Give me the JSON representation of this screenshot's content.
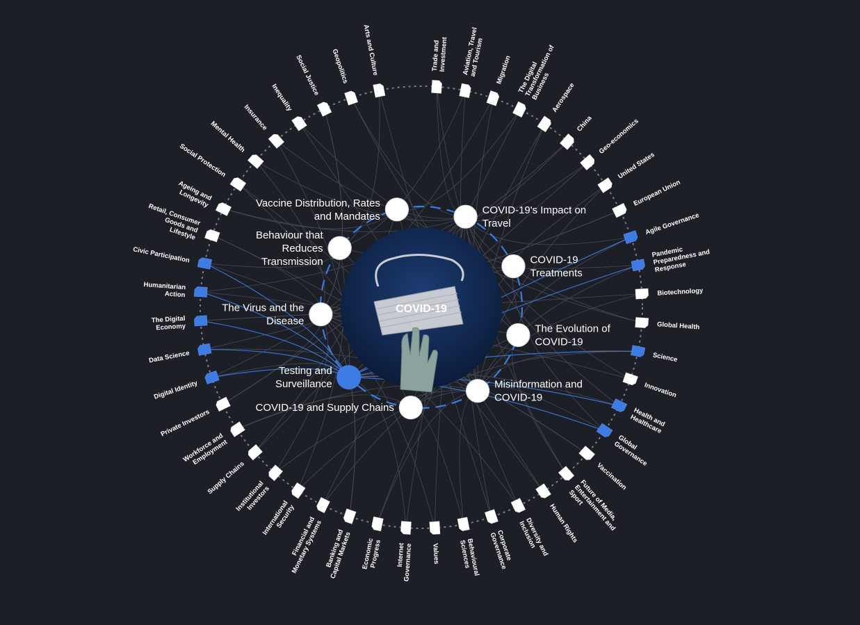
{
  "colors": {
    "background": "#1c1f25",
    "accent": "#3d7be5",
    "node_white": "#ffffff",
    "connector": "#6b6f78",
    "link": "#4a4e58",
    "center_fill": "#0f2448"
  },
  "center": {
    "label": "COVID-19",
    "image": "face-mask-and-glove"
  },
  "inner_topics": [
    {
      "label": "COVID-19's Impact on Travel",
      "lines": [
        "COVID-19's Impact on",
        "Travel"
      ],
      "active": false
    },
    {
      "label": "COVID-19 Treatments",
      "lines": [
        "COVID-19",
        "Treatments"
      ],
      "active": false
    },
    {
      "label": "The Evolution of COVID-19",
      "lines": [
        "The Evolution of",
        "COVID-19"
      ],
      "active": false
    },
    {
      "label": "Misinformation and COVID-19",
      "lines": [
        "Misinformation and",
        "COVID-19"
      ],
      "active": false
    },
    {
      "label": "COVID-19 and Supply Chains",
      "lines": [
        "COVID-19 and Supply Chains"
      ],
      "active": false
    },
    {
      "label": "Testing and Surveillance",
      "lines": [
        "Testing and",
        "Surveillance"
      ],
      "active": true
    },
    {
      "label": "The Virus and the Disease",
      "lines": [
        "The Virus and the",
        "Disease"
      ],
      "active": false
    },
    {
      "label": "Behaviour that Reduces Transmission",
      "lines": [
        "Behaviour that",
        "Reduces",
        "Transmission"
      ],
      "active": false
    },
    {
      "label": "Vaccine Distribution, Rates and Mandates",
      "lines": [
        "Vaccine Distribution, Rates",
        "and Mandates"
      ],
      "active": false
    }
  ],
  "outer_topics": [
    {
      "label": "Trade and Investment",
      "lines": [
        "Trade and",
        "Investment"
      ],
      "active": false
    },
    {
      "label": "Aviation, Travel and Tourism",
      "lines": [
        "Aviation, Travel",
        "and Tourism"
      ],
      "active": false
    },
    {
      "label": "Migration",
      "lines": [
        "Migration"
      ],
      "active": false
    },
    {
      "label": "The Digital Transformation of Business",
      "lines": [
        "The Digital",
        "Transformation of",
        "Business"
      ],
      "active": false
    },
    {
      "label": "Aerospace",
      "lines": [
        "Aerospace"
      ],
      "active": false
    },
    {
      "label": "China",
      "lines": [
        "China"
      ],
      "active": false
    },
    {
      "label": "Geo-economics",
      "lines": [
        "Geo-economics"
      ],
      "active": false
    },
    {
      "label": "United States",
      "lines": [
        "United States"
      ],
      "active": false
    },
    {
      "label": "European Union",
      "lines": [
        "European Union"
      ],
      "active": false
    },
    {
      "label": "Agile Governance",
      "lines": [
        "Agile Governance"
      ],
      "active": true
    },
    {
      "label": "Pandemic Preparedness and Response",
      "lines": [
        "Pandemic",
        "Preparedness and",
        "Response"
      ],
      "active": true
    },
    {
      "label": "Biotechnology",
      "lines": [
        "Biotechnology"
      ],
      "active": false
    },
    {
      "label": "Global Health",
      "lines": [
        "Global Health"
      ],
      "active": false
    },
    {
      "label": "Science",
      "lines": [
        "Science"
      ],
      "active": true
    },
    {
      "label": "Innovation",
      "lines": [
        "Innovation"
      ],
      "active": false
    },
    {
      "label": "Health and Healthcare",
      "lines": [
        "Health and",
        "Healthcare"
      ],
      "active": true
    },
    {
      "label": "Global Governance",
      "lines": [
        "Global",
        "Governance"
      ],
      "active": true
    },
    {
      "label": "Vaccination",
      "lines": [
        "Vaccination"
      ],
      "active": false
    },
    {
      "label": "Future of Media, Entertainment and Sport",
      "lines": [
        "Future of Media,",
        "Entertainment and",
        "Sport"
      ],
      "active": false
    },
    {
      "label": "Human Rights",
      "lines": [
        "Human Rights"
      ],
      "active": false
    },
    {
      "label": "Diversity and Inclusion",
      "lines": [
        "Diversity and",
        "Inclusion"
      ],
      "active": false
    },
    {
      "label": "Corporate Governance",
      "lines": [
        "Corporate",
        "Governance"
      ],
      "active": false
    },
    {
      "label": "Behavioural Sciences",
      "lines": [
        "Behavioural",
        "Sciences"
      ],
      "active": false
    },
    {
      "label": "Values",
      "lines": [
        "Values"
      ],
      "active": false
    },
    {
      "label": "Internet Governance",
      "lines": [
        "Internet",
        "Governance"
      ],
      "active": false
    },
    {
      "label": "Economic Progress",
      "lines": [
        "Economic",
        "Progress"
      ],
      "active": false
    },
    {
      "label": "Banking and Capital Markets",
      "lines": [
        "Banking and",
        "Capital Markets"
      ],
      "active": false
    },
    {
      "label": "Financial and Monetary Systems",
      "lines": [
        "Financial and",
        "Monetary Systems"
      ],
      "active": false
    },
    {
      "label": "International Security",
      "lines": [
        "International",
        "Security"
      ],
      "active": false
    },
    {
      "label": "Institutional Investors",
      "lines": [
        "Institutional",
        "Investors"
      ],
      "active": false
    },
    {
      "label": "Supply Chains",
      "lines": [
        "Supply Chains"
      ],
      "active": false
    },
    {
      "label": "Workforce and Employment",
      "lines": [
        "Workforce and",
        "Employment"
      ],
      "active": false
    },
    {
      "label": "Private Investors",
      "lines": [
        "Private Investors"
      ],
      "active": false
    },
    {
      "label": "Digital Identity",
      "lines": [
        "Digital Identity"
      ],
      "active": true
    },
    {
      "label": "Data Science",
      "lines": [
        "Data Science"
      ],
      "active": true
    },
    {
      "label": "The Digital Economy",
      "lines": [
        "The Digital",
        "Economy"
      ],
      "active": true
    },
    {
      "label": "Humanitarian Action",
      "lines": [
        "Humanitarian",
        "Action"
      ],
      "active": true
    },
    {
      "label": "Civic Participation",
      "lines": [
        "Civic Participation"
      ],
      "active": true
    },
    {
      "label": "Retail, Consumer Goods and Lifestyle",
      "lines": [
        "Retail, Consumer",
        "Goods and",
        "Lifestyle"
      ],
      "active": false
    },
    {
      "label": "Ageing and Longevity",
      "lines": [
        "Ageing and",
        "Longevity"
      ],
      "active": false
    },
    {
      "label": "Social Protection",
      "lines": [
        "Social Protection"
      ],
      "active": false
    },
    {
      "label": "Mental Health",
      "lines": [
        "Mental Health"
      ],
      "active": false
    },
    {
      "label": "Insurance",
      "lines": [
        "Insurance"
      ],
      "active": false
    },
    {
      "label": "Inequality",
      "lines": [
        "Inequality"
      ],
      "active": false
    },
    {
      "label": "Social Justice",
      "lines": [
        "Social Justice"
      ],
      "active": false
    },
    {
      "label": "Geopolitics",
      "lines": [
        "Geopolitics"
      ],
      "active": false
    },
    {
      "label": "Arts and Culture",
      "lines": [
        "Arts and Culture"
      ],
      "active": false
    }
  ]
}
